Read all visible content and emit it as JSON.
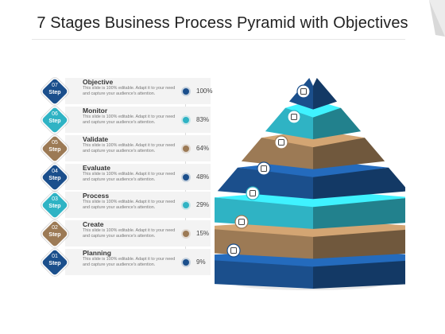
{
  "title": "7 Stages Business Process Pyramid with Objectives",
  "colors": {
    "navy": "#1b4f8c",
    "teal": "#2fb3c4",
    "brown": "#9c7a55"
  },
  "rows": [
    {
      "num": "07",
      "step": "Step",
      "title": "Objective",
      "desc": "This slide is 100% editable. Adapt it to your need and capture your audience's attention.",
      "pct": "100%",
      "color": "navy",
      "icon": "target-icon"
    },
    {
      "num": "06",
      "step": "Step",
      "title": "Monitor",
      "desc": "This slide is 100% editable. Adapt it to your need and capture your audience's attention.",
      "pct": "83%",
      "color": "teal",
      "icon": "presentation-icon"
    },
    {
      "num": "05",
      "step": "Step",
      "title": "Validate",
      "desc": "This slide is 100% editable. Adapt it to your need and capture your audience's attention.",
      "pct": "64%",
      "color": "brown",
      "icon": "checklist-icon"
    },
    {
      "num": "04",
      "step": "Step",
      "title": "Evaluate",
      "desc": "This slide is 100% editable. Adapt it to your need and capture your audience's attention.",
      "pct": "48%",
      "color": "navy",
      "icon": "clipboard-icon"
    },
    {
      "num": "03",
      "step": "Step",
      "title": "Process",
      "desc": "This slide is 100% editable. Adapt it to your need and capture your audience's attention.",
      "pct": "29%",
      "color": "teal",
      "icon": "gears-icon"
    },
    {
      "num": "02",
      "step": "Step",
      "title": "Create",
      "desc": "This slide is 100% editable. Adapt it to your need and capture your audience's attention.",
      "pct": "15%",
      "color": "brown",
      "icon": "pencil-icon"
    },
    {
      "num": "01",
      "step": "Step",
      "title": "Planning",
      "desc": "This slide is 100% editable. Adapt it to your need and capture your audience's attention.",
      "pct": "9%",
      "color": "navy",
      "icon": "planner-icon"
    }
  ]
}
